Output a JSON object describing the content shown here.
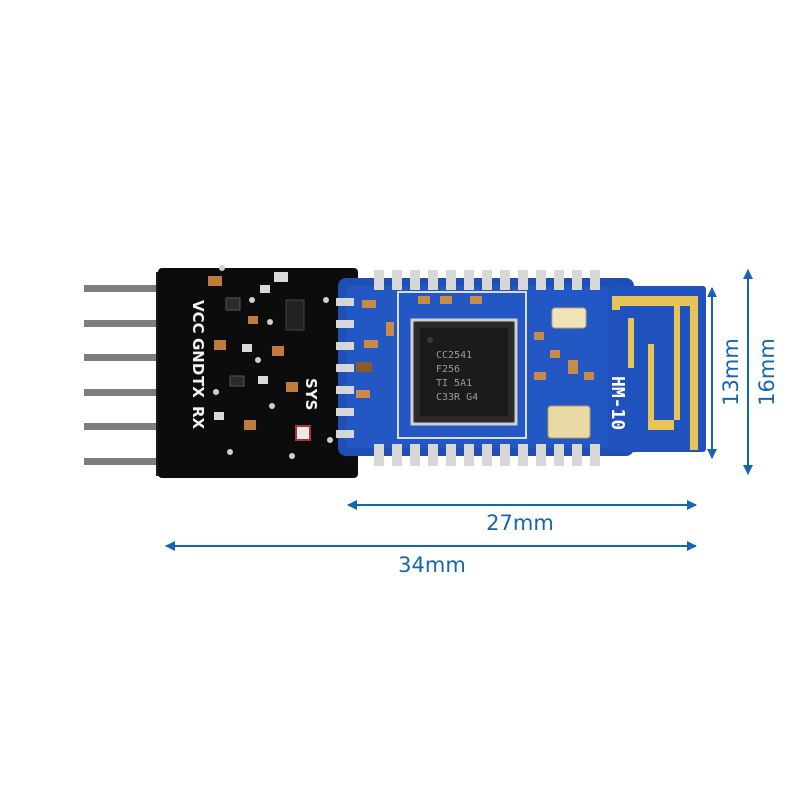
{
  "board": {
    "module_label": "HM-10",
    "chip_lines": [
      "CC2541",
      "F256",
      "TI 5A1",
      "C33R G4"
    ],
    "crystal_label": "",
    "pins": [
      {
        "label": "VCC"
      },
      {
        "label": "GND"
      },
      {
        "label": "TX"
      },
      {
        "label": "RX"
      }
    ],
    "state_label": "SYS"
  },
  "dimensions": {
    "module_width": "27mm",
    "board_width": "34mm",
    "module_height": "13mm",
    "board_height": "16mm"
  },
  "colors": {
    "dimension": "#1565b0",
    "module_pcb": "#1f4fb5",
    "board_pcb": "#0c0c0c",
    "antenna": "#e8c357"
  }
}
